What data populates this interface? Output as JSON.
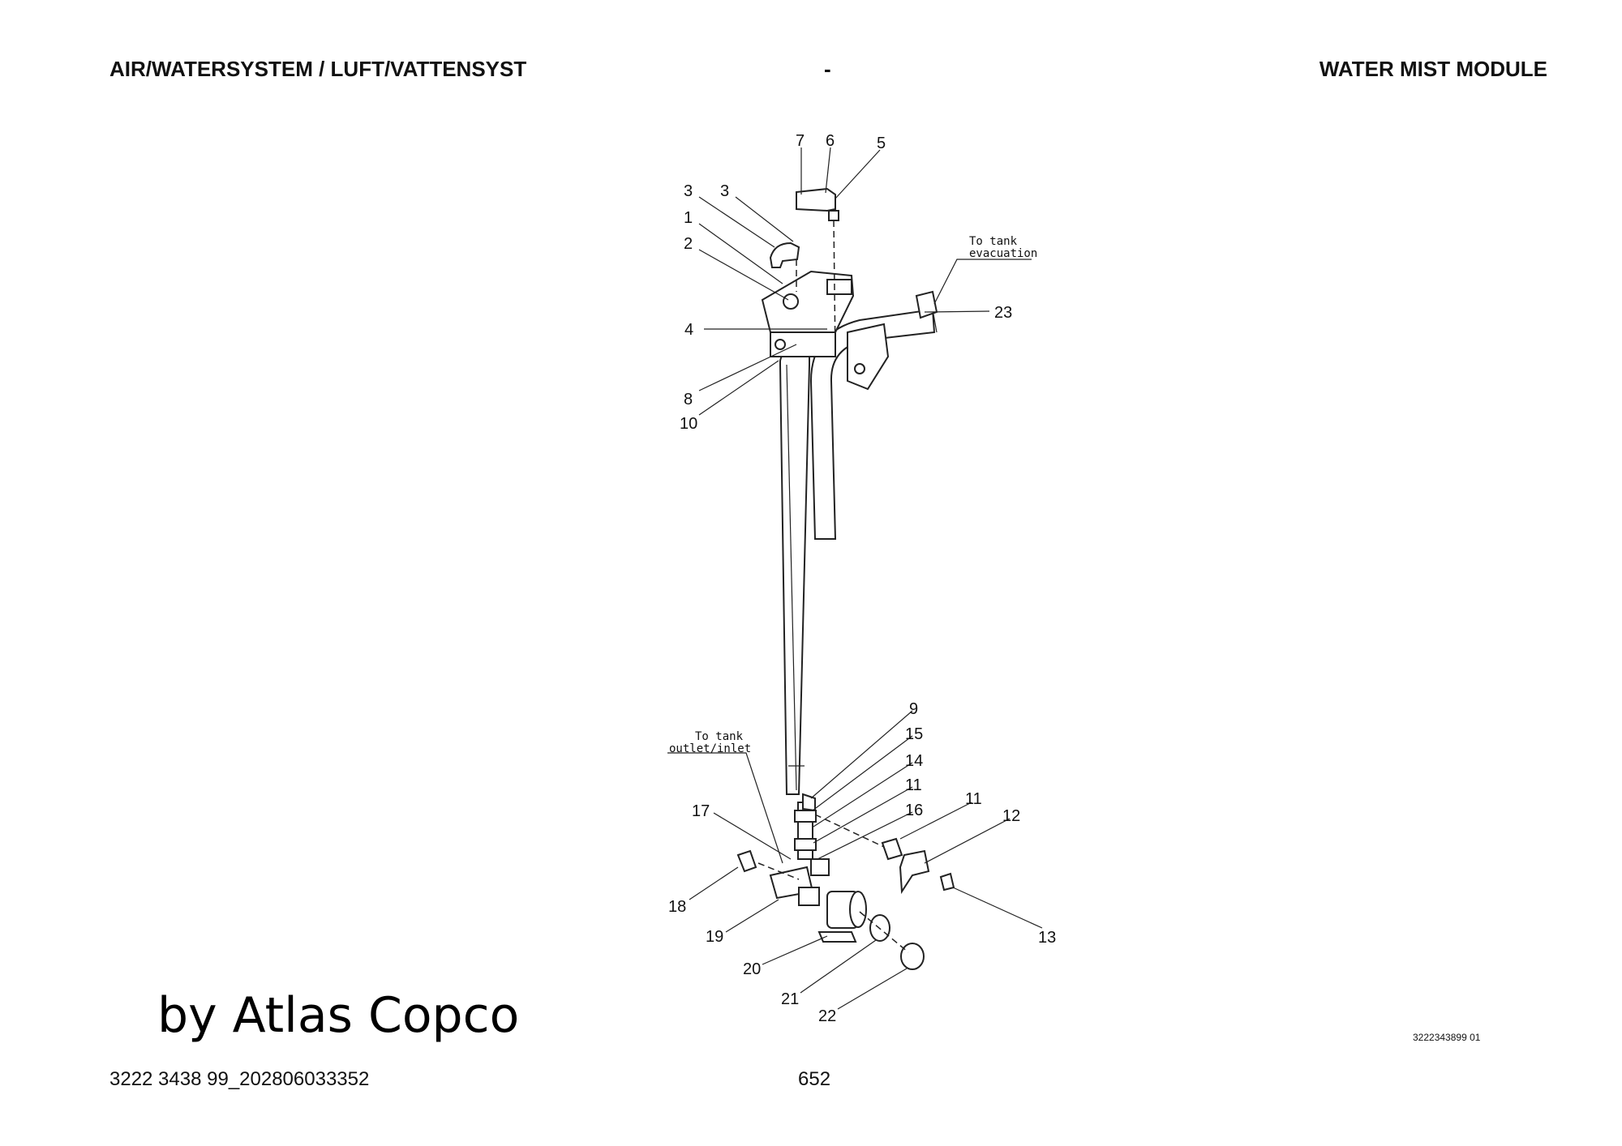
{
  "header": {
    "left": "AIR/WATERSYSTEM / LUFT/VATTENSYST",
    "center": "-",
    "right": "WATER MIST MODULE"
  },
  "diagram": {
    "notes": {
      "evacuation_1": "To tank",
      "evacuation_2": "evacuation",
      "outlet_1": "To tank",
      "outlet_2": "outlet/inlet"
    },
    "callouts": [
      "7",
      "6",
      "5",
      "3",
      "3",
      "1",
      "2",
      "4",
      "8",
      "10",
      "23",
      "9",
      "15",
      "14",
      "11",
      "16",
      "11",
      "12",
      "17",
      "18",
      "19",
      "20",
      "21",
      "22",
      "13"
    ],
    "drawing_ref": "3222343899 01"
  },
  "watermark": "by Atlas Copco",
  "footer": {
    "doc_id": "3222 3438 99_202806033352",
    "page": "652"
  }
}
